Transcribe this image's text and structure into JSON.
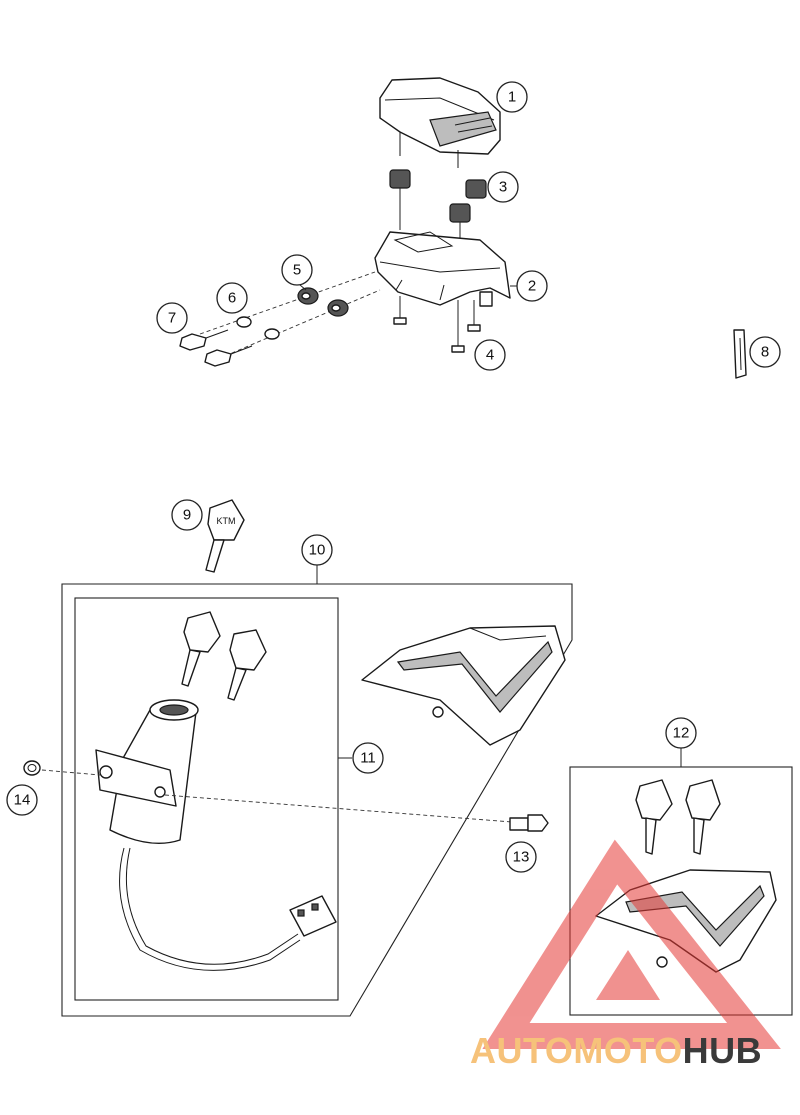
{
  "diagram": {
    "callouts": [
      "1",
      "2",
      "3",
      "4",
      "5",
      "6",
      "7",
      "8",
      "9",
      "10",
      "11",
      "12",
      "13",
      "14"
    ]
  },
  "watermark": {
    "part1": "AUTOMOTO",
    "part2": "HUB",
    "color_primary": "#e53935",
    "color_text_light": "#f6c27a",
    "color_text_dark": "#3a3a3a"
  }
}
